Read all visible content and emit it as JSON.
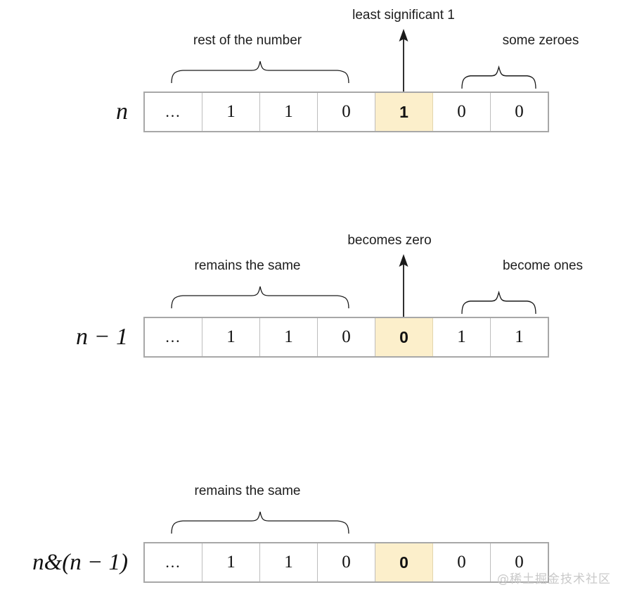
{
  "diagram": {
    "title": "n & (n-1) bit trick illustration",
    "highlight_color": "#fcefcb",
    "border_color": "#a8a8a8",
    "divider_color": "#bdbdbd",
    "text_color": "#1d1d1d"
  },
  "stages": [
    {
      "label": "n",
      "bits": [
        "…",
        "1",
        "1",
        "0",
        "1",
        "0",
        "0"
      ],
      "highlight_index": 4,
      "captions": {
        "left": "rest of the number",
        "center": "least significant 1",
        "right": "some zeroes"
      },
      "has_left_brace": true,
      "has_right_brace": true,
      "has_arrow": true
    },
    {
      "label": "n − 1",
      "bits": [
        "…",
        "1",
        "1",
        "0",
        "0",
        "1",
        "1"
      ],
      "highlight_index": 4,
      "captions": {
        "left": "remains the same",
        "center": "becomes zero",
        "right": "become ones"
      },
      "has_left_brace": true,
      "has_right_brace": true,
      "has_arrow": true
    },
    {
      "label": "n&(n − 1)",
      "bits": [
        "…",
        "1",
        "1",
        "0",
        "0",
        "0",
        "0"
      ],
      "highlight_index": 4,
      "captions": {
        "left": "remains the same",
        "center": "",
        "right": ""
      },
      "has_left_brace": true,
      "has_right_brace": false,
      "has_arrow": false
    }
  ],
  "watermark": "@稀土掘金技术社区"
}
